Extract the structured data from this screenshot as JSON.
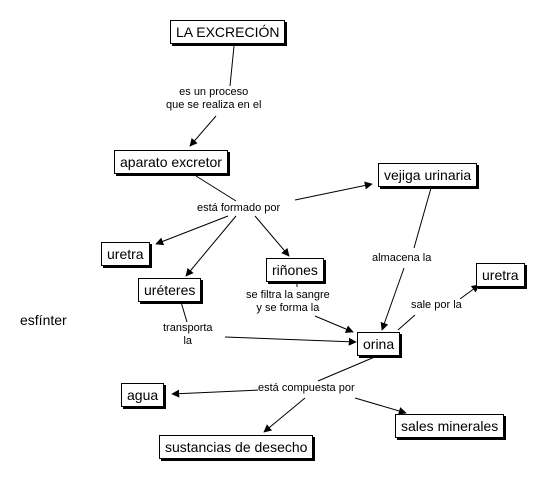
{
  "nodes": {
    "excrecion": "LA EXCRECIÓN",
    "aparato": "aparato excretor",
    "vejiga": "vejiga urinaria",
    "uretra_left": "uretra",
    "ureteres": "uréteres",
    "rinones": "riñones",
    "uretra_right": "uretra",
    "esfinter": "esfínter",
    "orina": "orina",
    "agua": "agua",
    "sales": "sales minerales",
    "sustancias": "sustancias de desecho"
  },
  "links": {
    "es_un_proceso": "es un proceso\nque se realiza en el",
    "esta_formado": "está formado por",
    "almacena": "almacena la",
    "se_filtra": "se filtra la sangre\ny se forma la",
    "sale_por": "sale por la",
    "transporta": "transporta\nla",
    "compuesta": "está compuesta por"
  }
}
